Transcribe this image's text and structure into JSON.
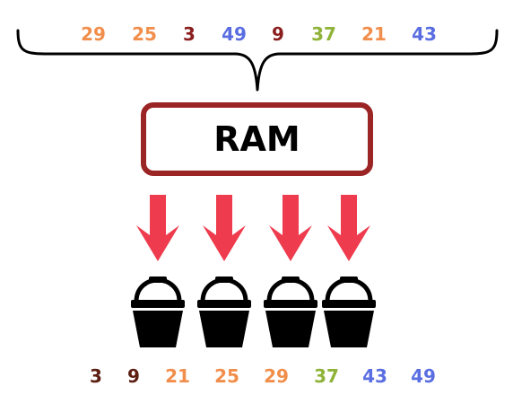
{
  "unsorted_numbers": [
    {
      "value": "29",
      "color": "#f28e4b"
    },
    {
      "value": "25",
      "color": "#f28e4b"
    },
    {
      "value": "3",
      "color": "#8b1e1e"
    },
    {
      "value": "49",
      "color": "#5b6ee1"
    },
    {
      "value": "9",
      "color": "#8b1e1e"
    },
    {
      "value": "37",
      "color": "#8fb339"
    },
    {
      "value": "21",
      "color": "#f28e4b"
    },
    {
      "value": "43",
      "color": "#5b6ee1"
    }
  ],
  "ram": {
    "label": "RAM",
    "border_color": "#9b2424"
  },
  "arrow_color": "#ee3b4d",
  "bucket_color": "#000000",
  "bucket_count": 4,
  "sorted_numbers": [
    {
      "value": "3",
      "color": "#5c1f12"
    },
    {
      "value": "9",
      "color": "#5c1f12"
    },
    {
      "value": "21",
      "color": "#f28e4b"
    },
    {
      "value": "25",
      "color": "#f28e4b"
    },
    {
      "value": "29",
      "color": "#f28e4b"
    },
    {
      "value": "37",
      "color": "#8fb339"
    },
    {
      "value": "43",
      "color": "#5b6ee1"
    },
    {
      "value": "49",
      "color": "#5b6ee1"
    }
  ]
}
